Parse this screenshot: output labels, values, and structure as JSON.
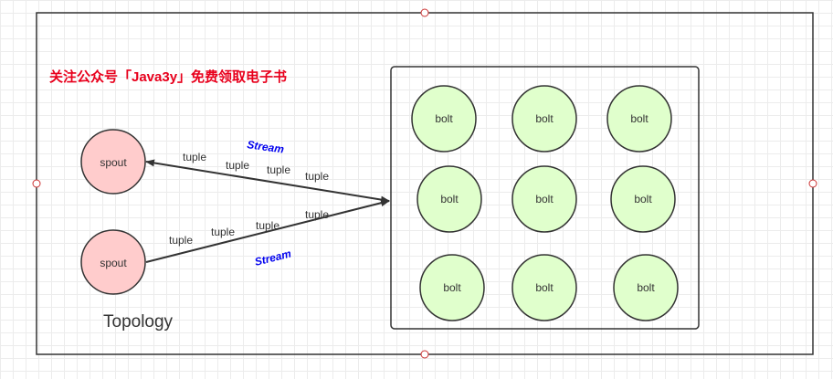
{
  "watermark": "关注公众号「Java3y」免费领取电子书",
  "title": "Topology",
  "spouts": [
    {
      "label": "spout"
    },
    {
      "label": "spout"
    }
  ],
  "bolts": [
    {
      "label": "bolt"
    },
    {
      "label": "bolt"
    },
    {
      "label": "bolt"
    },
    {
      "label": "bolt"
    },
    {
      "label": "bolt"
    },
    {
      "label": "bolt"
    },
    {
      "label": "bolt"
    },
    {
      "label": "bolt"
    },
    {
      "label": "bolt"
    }
  ],
  "streams": [
    {
      "label": "Stream",
      "tuples": [
        "tuple",
        "tuple",
        "tuple",
        "tuple"
      ]
    },
    {
      "label": "Stream",
      "tuples": [
        "tuple",
        "tuple",
        "tuple",
        "tuple"
      ]
    }
  ],
  "colors": {
    "spout_fill": "#ffcccc",
    "bolt_fill": "#e0ffcc",
    "watermark": "#e8001c",
    "stream_label": "#0000ee",
    "stroke": "#333333"
  }
}
